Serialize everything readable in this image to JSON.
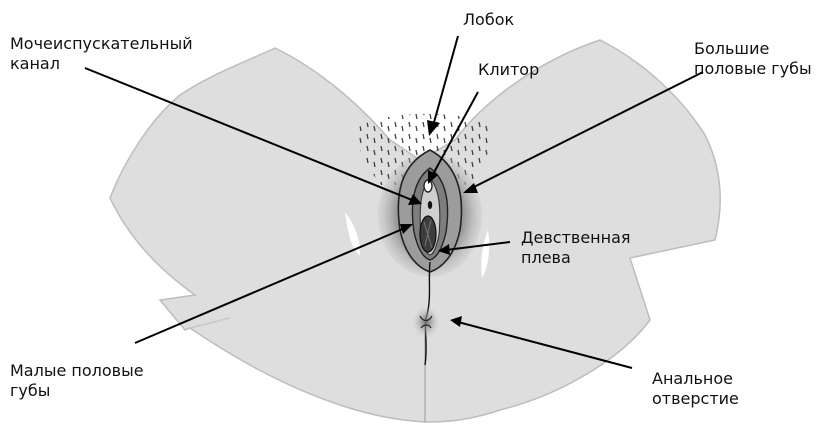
{
  "labels": {
    "pubis": "Лобок",
    "urethra": "Мочеиспускательный\nканал",
    "clitoris": "Клитор",
    "labia_majora": "Большие\nполовые губы",
    "hymen": "Девственная\nплева",
    "labia_minora": "Малые половые\nгубы",
    "anus": "Анальное\nотверстие"
  },
  "colors": {
    "body": "#dcdcdc",
    "body_stroke": "#b8b8b8",
    "vulva_dark": "#8f8f8f",
    "vulva_mid": "#b3b3b3",
    "line": "#000000"
  }
}
